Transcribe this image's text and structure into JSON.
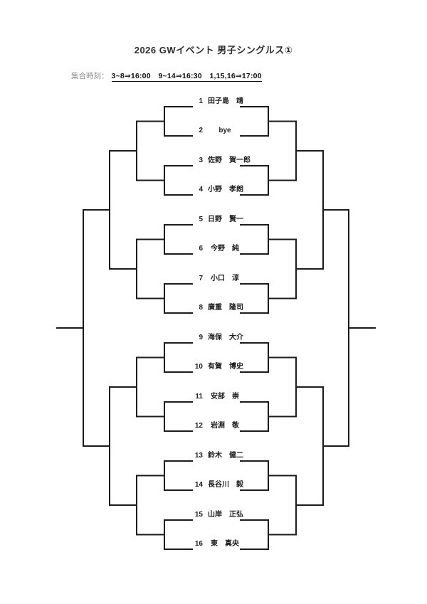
{
  "page": {
    "title": "2026 GWイベント 男子シングルス①"
  },
  "meeting": {
    "label": "集合時刻：",
    "times": "3~8⇒16:00　9~14⇒16:30　1,15,16⇒17:00"
  },
  "bracket": {
    "line_color": "#1c1c1c",
    "players": [
      {
        "seed": "1",
        "name": "田子島　靖"
      },
      {
        "seed": "2",
        "name": "bye"
      },
      {
        "seed": "3",
        "name": "佐野　賀一郎"
      },
      {
        "seed": "4",
        "name": "小野　孝朗"
      },
      {
        "seed": "5",
        "name": "日野　賢一"
      },
      {
        "seed": "6",
        "name": "今野　純"
      },
      {
        "seed": "7",
        "name": "小口　淳"
      },
      {
        "seed": "8",
        "name": "廣重　隆司"
      },
      {
        "seed": "9",
        "name": "海保　大介"
      },
      {
        "seed": "10",
        "name": "有賀　博史"
      },
      {
        "seed": "11",
        "name": "安部　崇"
      },
      {
        "seed": "12",
        "name": "岩淵　敬"
      },
      {
        "seed": "13",
        "name": "鈴木　健二"
      },
      {
        "seed": "14",
        "name": "長谷川　毅"
      },
      {
        "seed": "15",
        "name": "山岸　正弘"
      },
      {
        "seed": "16",
        "name": "東　真央"
      }
    ]
  }
}
